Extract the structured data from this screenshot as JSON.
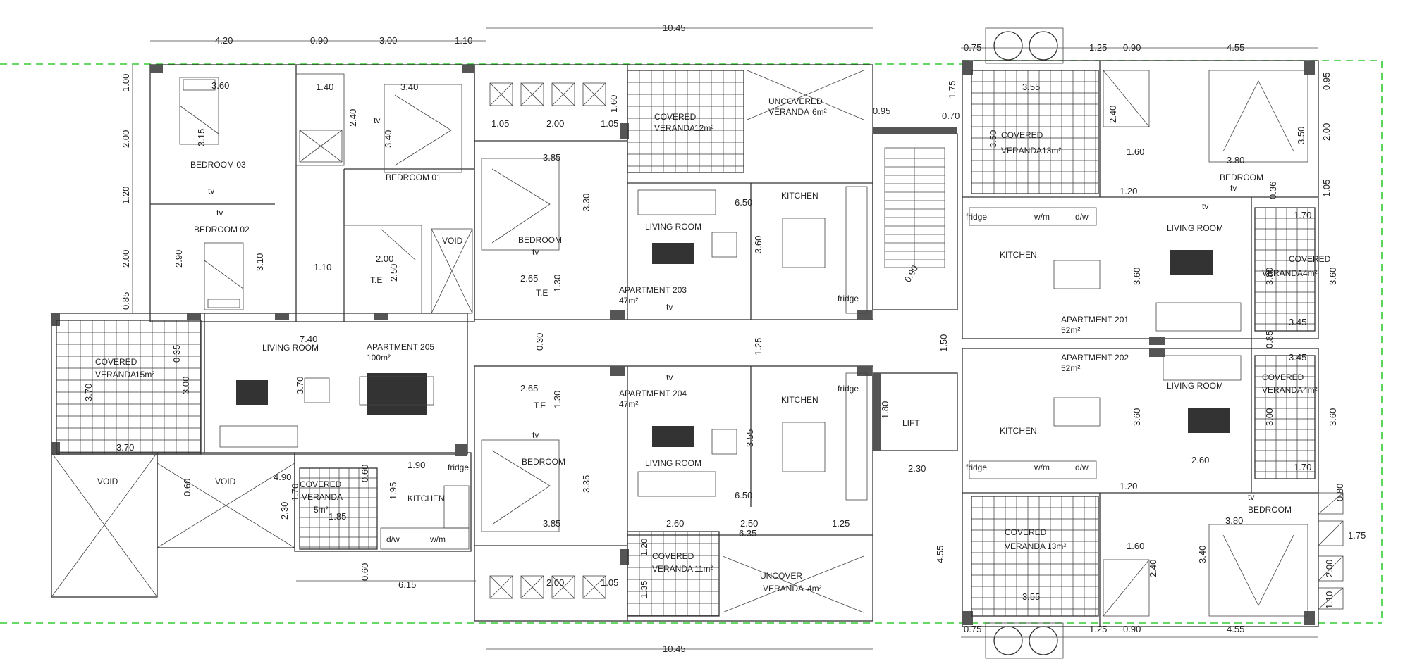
{
  "rooms": {
    "bedroom_03": "BEDROOM 03",
    "bedroom_02": "BEDROOM 02",
    "bedroom_01": "BEDROOM 01",
    "void_205_shaft": "VOID",
    "bedroom_203": "BEDROOM",
    "covered_veranda_203": "COVERED",
    "covered_veranda_203_b": "VERANDA",
    "covered_veranda_203_area": "12m²",
    "uncovered_veranda_203": "UNCOVERED",
    "uncovered_veranda_203_b": "VERANDA",
    "uncovered_veranda_203_area": "6m²",
    "living_room_203": "LIVING ROOM",
    "kitchen_203": "KITCHEN",
    "living_room_205": "LIVING ROOM",
    "covered_veranda_205": "COVERED",
    "covered_veranda_205_b": "VERANDA",
    "covered_veranda_205_area": "15m²",
    "void_left": "VOID",
    "void_mid": "VOID",
    "covered_veranda_small": "COVERED",
    "covered_veranda_small_b": "VERANDA",
    "covered_veranda_small_area": "5m²",
    "kitchen_205": "KITCHEN",
    "living_room_204": "LIVING ROOM",
    "kitchen_204": "KITCHEN",
    "bedroom_204": "BEDROOM",
    "covered_veranda_204": "COVERED",
    "covered_veranda_204_b": "VERANDA",
    "covered_veranda_204_area": "11m²",
    "uncover_veranda_204": "UNCOVER",
    "uncover_veranda_204_b": "VERANDA",
    "uncover_veranda_204_area": "4m²",
    "lift": "LIFT",
    "covered_veranda_201": "COVERED",
    "covered_veranda_201_b": "VERANDA",
    "covered_veranda_201_area": "13m²",
    "bedroom_201": "BEDROOM",
    "kitchen_201": "KITCHEN",
    "living_room_201": "LIVING ROOM",
    "covered_veranda_201_side": "COVERED",
    "covered_veranda_201_side_b": "VERANDA",
    "covered_veranda_201_side_area": "4m²",
    "living_room_202": "LIVING ROOM",
    "kitchen_202": "KITCHEN",
    "covered_veranda_202_side": "COVERED",
    "covered_veranda_202_side_b": "VERANDA",
    "covered_veranda_202_side_area": "4m²",
    "bedroom_202": "BEDROOM",
    "covered_veranda_202": "COVERED",
    "covered_veranda_202_b": "VERANDA",
    "covered_veranda_202_area": "13m²"
  },
  "apartments": {
    "apt_205": "APARTMENT 205",
    "apt_205_area": "100m²",
    "apt_203": "APARTMENT 203",
    "apt_203_area": "47m²",
    "apt_204": "APARTMENT 204",
    "apt_204_area": "47m²",
    "apt_201": "APARTMENT 201",
    "apt_201_area": "52m²",
    "apt_202": "APARTMENT 202",
    "apt_202_area": "52m²"
  },
  "fixtures": {
    "tv": "tv",
    "fridge": "fridge",
    "dw": "d/w",
    "wm": "w/m",
    "te": "T.E"
  },
  "dimensions": {
    "top_420": "4.20",
    "top_090": "0.90",
    "top_300": "3.00",
    "top_110": "1.10",
    "top_1045": "10.45",
    "bottom_1045": "10.45",
    "r_075": "0.75",
    "r_125": "1.25",
    "r_090": "0.90",
    "r_455": "4.55",
    "rb_075": "0.75",
    "rb_125": "1.25",
    "rb_090": "0.90",
    "rb_455": "4.55",
    "left_100": "1.00",
    "left_200a": "2.00",
    "left_120": "1.20",
    "left_200b": "2.00",
    "left_085": "0.85",
    "b03_360": "3.60",
    "b03_315": "3.15",
    "bath_140": "1.40",
    "bath_240": "2.40",
    "b01_340w": "3.40",
    "b01_340h": "3.40",
    "b02_290": "2.90",
    "b02_310": "3.10",
    "hall_110": "1.10",
    "bath2_200": "2.00",
    "bath2_250": "2.50",
    "void_105": "1.05",
    "void_200": "2.00",
    "void_105b": "1.05",
    "void_160": "1.60",
    "b203_385": "3.85",
    "b203_330": "3.30",
    "l203_650": "6.50",
    "l203_360": "3.60",
    "bath203_265": "2.65",
    "bath203_130": "1.30",
    "d_095": "0.95",
    "d_070": "0.70",
    "d_090": "0.90",
    "ver_175": "1.75",
    "ver201_355": "3.55",
    "ver201_350": "3.50",
    "bath201_240": "2.40",
    "bath201_160": "1.60",
    "b201_380": "3.80",
    "b201_350": "3.50",
    "b201_200": "2.00",
    "b201_095": "0.95",
    "b201_105": "1.05",
    "b201_036": "0.36",
    "b201_120": "1.20",
    "b201_170": "1.70",
    "l201_360": "3.60",
    "cv201_300": "3.00",
    "cv201_360": "3.60",
    "cv201_345": "3.45",
    "corr_740": "7.40",
    "corr_030": "0.30",
    "corr_125": "1.25",
    "corr_150": "1.50",
    "cv205_035": "0.35",
    "cv205_370": "3.70",
    "cv205_300": "3.00",
    "cv205_370w": "3.70",
    "l205_370": "3.70",
    "void_060": "0.60",
    "void_490": "4.90",
    "cvs_230": "2.30",
    "cvs_070": "1.70",
    "cvs_185": "1.85",
    "k205_190": "1.90",
    "k205_195": "1.95",
    "k205_060": "0.60",
    "k205_080": "0.60",
    "b205_615": "6.15",
    "bath204_265": "2.65",
    "bath204_130": "1.30",
    "l204_355": "3.55",
    "l204_650": "6.50",
    "b204_335": "3.35",
    "b204_385": "3.85",
    "cv204_260": "2.60",
    "cv204_250": "2.50",
    "cv204_125": "1.25",
    "cv204_635": "6.35",
    "cv204_120": "1.20",
    "cv204_135": "1.35",
    "cv204_200": "2.00",
    "cv204_105": "1.05",
    "lift_180": "1.80",
    "lift_230": "2.30",
    "l202_360": "3.60",
    "cv202s_345": "3.45",
    "cv202s_300": "3.00",
    "cv202s_360": "3.60",
    "cv202s_085": "0.85",
    "b202_260": "2.60",
    "b202_170": "1.70",
    "b202_120": "1.20",
    "b202_380": "3.80",
    "b202_340": "3.40",
    "b202_160": "1.60",
    "b202_240": "2.40",
    "b202_080": "0.80",
    "b202_175": "1.75",
    "b202_200": "2.00",
    "b202_110": "1.10",
    "cv202_355": "3.55",
    "cv202_455": "4.55"
  }
}
